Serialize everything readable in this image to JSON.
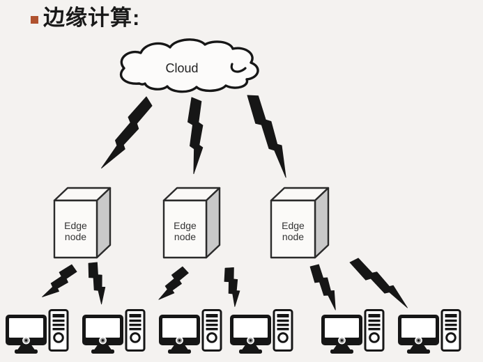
{
  "page": {
    "background_color": "#f4f2f0"
  },
  "title": {
    "text": "边缘计算:",
    "bullet_color": "#b0522f",
    "text_color": "#191919"
  },
  "diagram": {
    "ink_color": "#161616",
    "cloud": {
      "label": "Cloud"
    },
    "edge_nodes": [
      {
        "label_line1": "Edge",
        "label_line2": "node"
      },
      {
        "label_line1": "Edge",
        "label_line2": "node"
      },
      {
        "label_line1": "Edge",
        "label_line2": "node"
      }
    ],
    "devices": {
      "count": 6,
      "type": "desktop-computer"
    },
    "links": {
      "cloud_to_edge": 3,
      "edge_to_devices": 6,
      "style": "lightning-bolt"
    },
    "colors": {
      "box_front": "#fbfaf8",
      "box_top": "#faf9f7",
      "box_side": "#c9c9c9",
      "label_color": "#333333",
      "cloud_fill": "#fcfbfa"
    }
  }
}
